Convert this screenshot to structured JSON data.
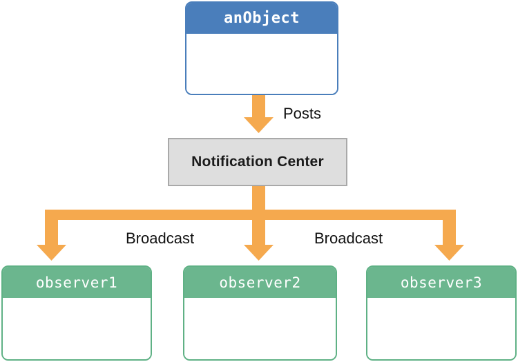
{
  "diagram": {
    "title": "Notification Center broadcast diagram",
    "colors": {
      "object_header": "#4a7ebb",
      "object_border": "#4a7ebb",
      "observer_header": "#6bb68e",
      "observer_border": "#5fb185",
      "notification_fill": "#dedede",
      "notification_border": "#a9a9a9",
      "arrow": "#f5a94e",
      "background": "#ffffff",
      "label_text": "#111111"
    },
    "nodes": {
      "publisher": {
        "label": "anObject",
        "type": "object-box"
      },
      "hub": {
        "label": "Notification Center",
        "type": "plain-box"
      },
      "observers": [
        {
          "label": "observer1",
          "type": "object-box"
        },
        {
          "label": "observer2",
          "type": "object-box"
        },
        {
          "label": "observer3",
          "type": "object-box"
        }
      ]
    },
    "edges": [
      {
        "label": "Posts",
        "from": "anObject",
        "to": "Notification Center"
      },
      {
        "label": "Broadcast",
        "from": "Notification Center",
        "to": "observer1"
      },
      {
        "label": "Broadcast",
        "from": "Notification Center",
        "to": "observer3"
      }
    ],
    "edge_labels": {
      "posts": "Posts",
      "broadcast_left": "Broadcast",
      "broadcast_right": "Broadcast"
    }
  }
}
